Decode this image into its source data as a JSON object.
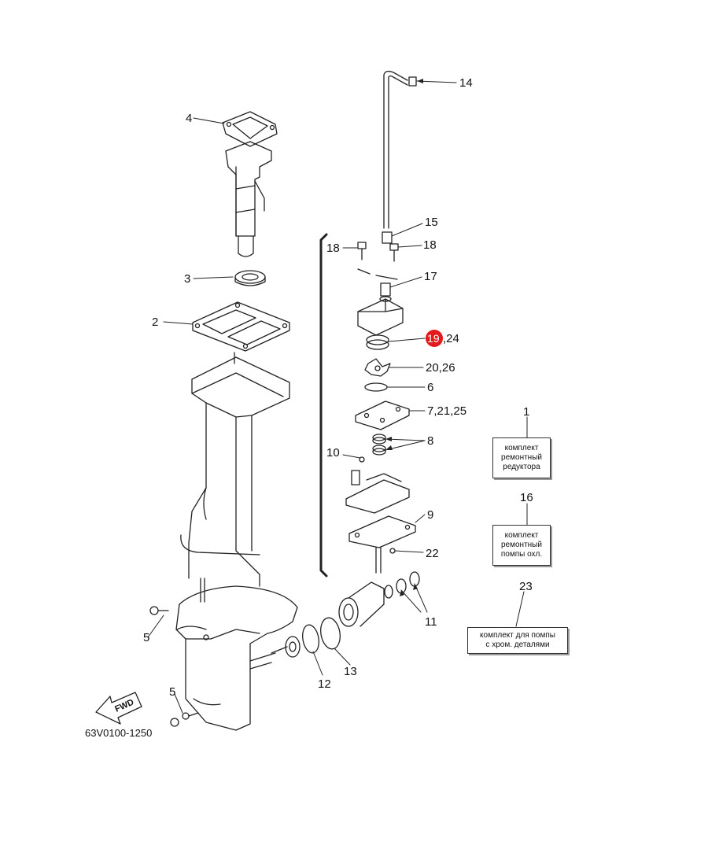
{
  "callouts": {
    "c1": "1",
    "c2": "2",
    "c3": "3",
    "c4": "4",
    "c5a": "5",
    "c5b": "5",
    "c6": "6",
    "c7": "7,21,25",
    "c8": "8",
    "c9": "9",
    "c10": "10",
    "c11": "11",
    "c12": "12",
    "c13": "13",
    "c14": "14",
    "c15": "15",
    "c16": "16",
    "c17": "17",
    "c18a": "18",
    "c18b": "18",
    "c19": "19",
    "c24": ",24",
    "c20": "20,26",
    "c22": "22",
    "c23": "23"
  },
  "kits": {
    "gear": "комплект\nремонтный\nредуктора",
    "pump": "комплект\nремонтный\nпомпы охл.",
    "chrome": "комплект для помпы\nс хром. деталями"
  },
  "fwd_label": "FWD",
  "diagram_code": "63V0100-1250",
  "colors": {
    "highlight": "#e3191b",
    "line": "#222222"
  }
}
